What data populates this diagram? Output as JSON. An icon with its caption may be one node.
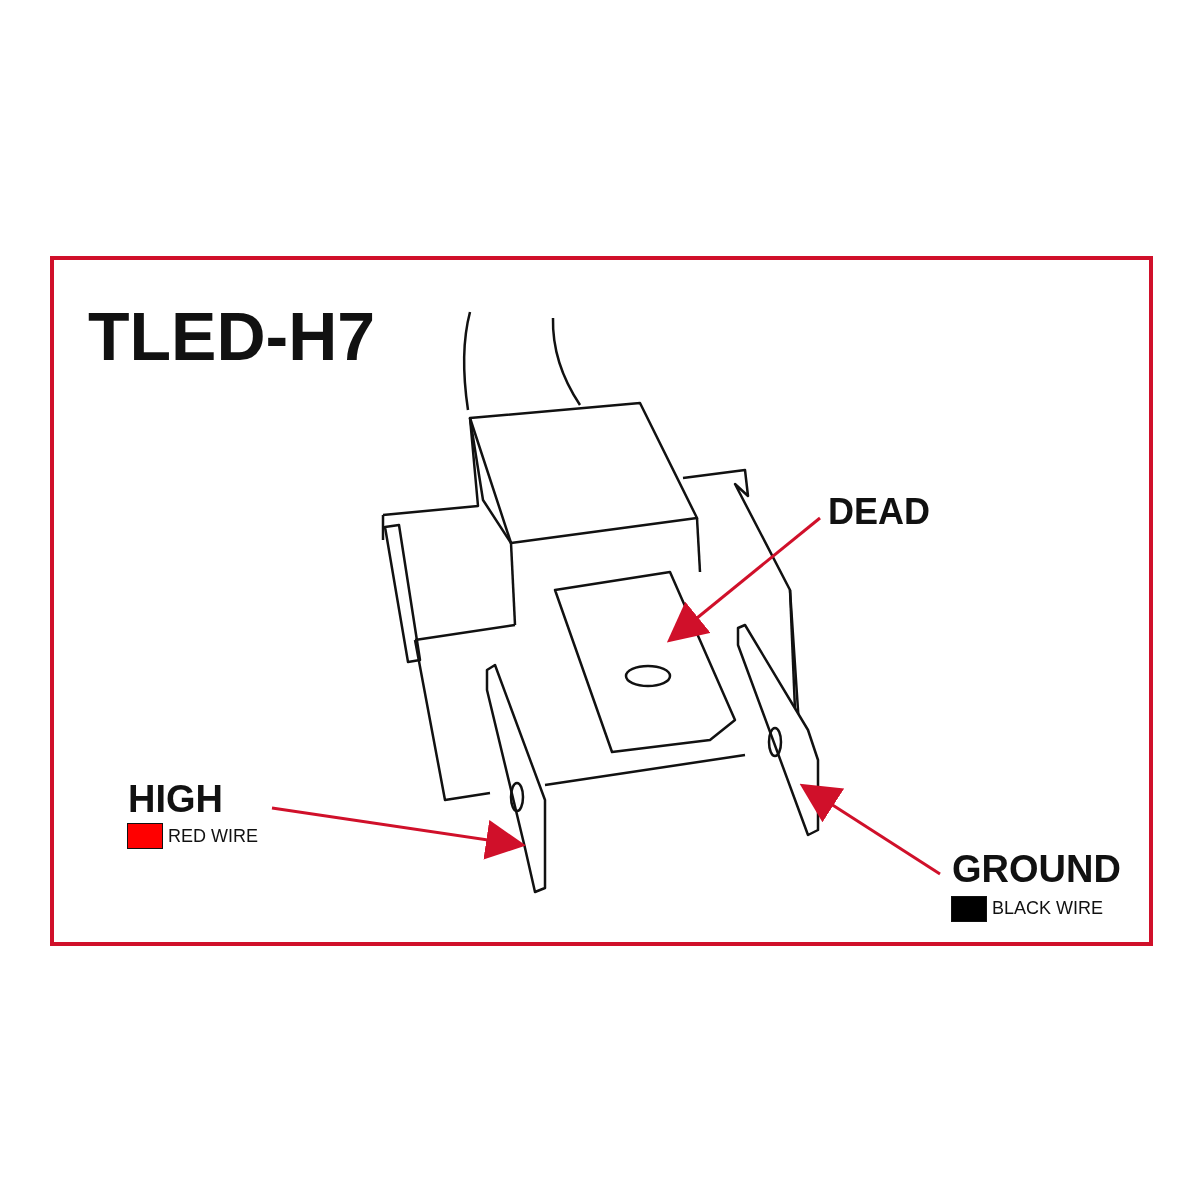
{
  "diagram": {
    "title": "TLED-H7",
    "nodes": [
      {
        "text": [
          "DEAD"
        ]
      },
      {
        "text": [],
        "shape": "picture"
      },
      {
        "text": [
          "HIGH"
        ]
      },
      {
        "text": [],
        "shape": "picture"
      },
      {
        "text": [
          "GROUND"
        ]
      },
      {
        "text": [],
        "shape": "picture"
      }
    ],
    "edges": [
      {
        "from": 0,
        "to": 1,
        "arrow": "to"
      },
      {
        "from": 2,
        "to": 3,
        "arrow": "to"
      },
      {
        "from": 4,
        "to": 5,
        "arrow": "to"
      }
    ],
    "legend": [
      {
        "text": "RED WIRE",
        "color": "#ff0000"
      },
      {
        "text": "BLACK WIRE",
        "color": "#000000"
      }
    ]
  }
}
